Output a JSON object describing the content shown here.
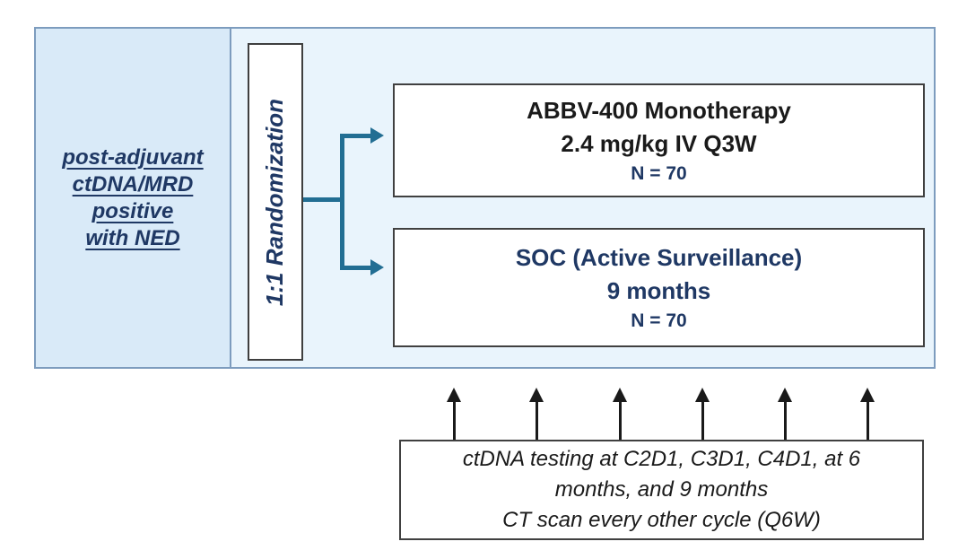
{
  "diagram": {
    "population": {
      "lines": [
        "post-adjuvant",
        "ctDNA/MRD",
        "positive",
        "with NED"
      ]
    },
    "randomization_label": "1:1 Randomization",
    "arms": [
      {
        "name": "ABBV-400 monotherapy arm",
        "line1": "ABBV-400 Monotherapy",
        "line2": "2.4 mg/kg IV Q3W",
        "n_label": "N = 70"
      },
      {
        "name": "SOC active surveillance arm",
        "line1": "SOC (Active Surveillance)",
        "line2": "9 months",
        "n_label": "N = 70"
      }
    ],
    "assessment_note": {
      "lines": [
        "ctDNA testing at C2D1, C3D1, C4D1, at 6",
        "months, and 9 months",
        "CT scan every other cycle (Q6W)"
      ]
    },
    "timeline_arrow_count": 6,
    "colors": {
      "navy_text": "#1F3864",
      "black_text": "#1a1a1a",
      "teal_connector": "#226E93",
      "container_border": "#7D9CBE",
      "container_fill": "#E9F4FC",
      "population_fill": "#D9EAF8",
      "box_border": "#404040"
    }
  }
}
